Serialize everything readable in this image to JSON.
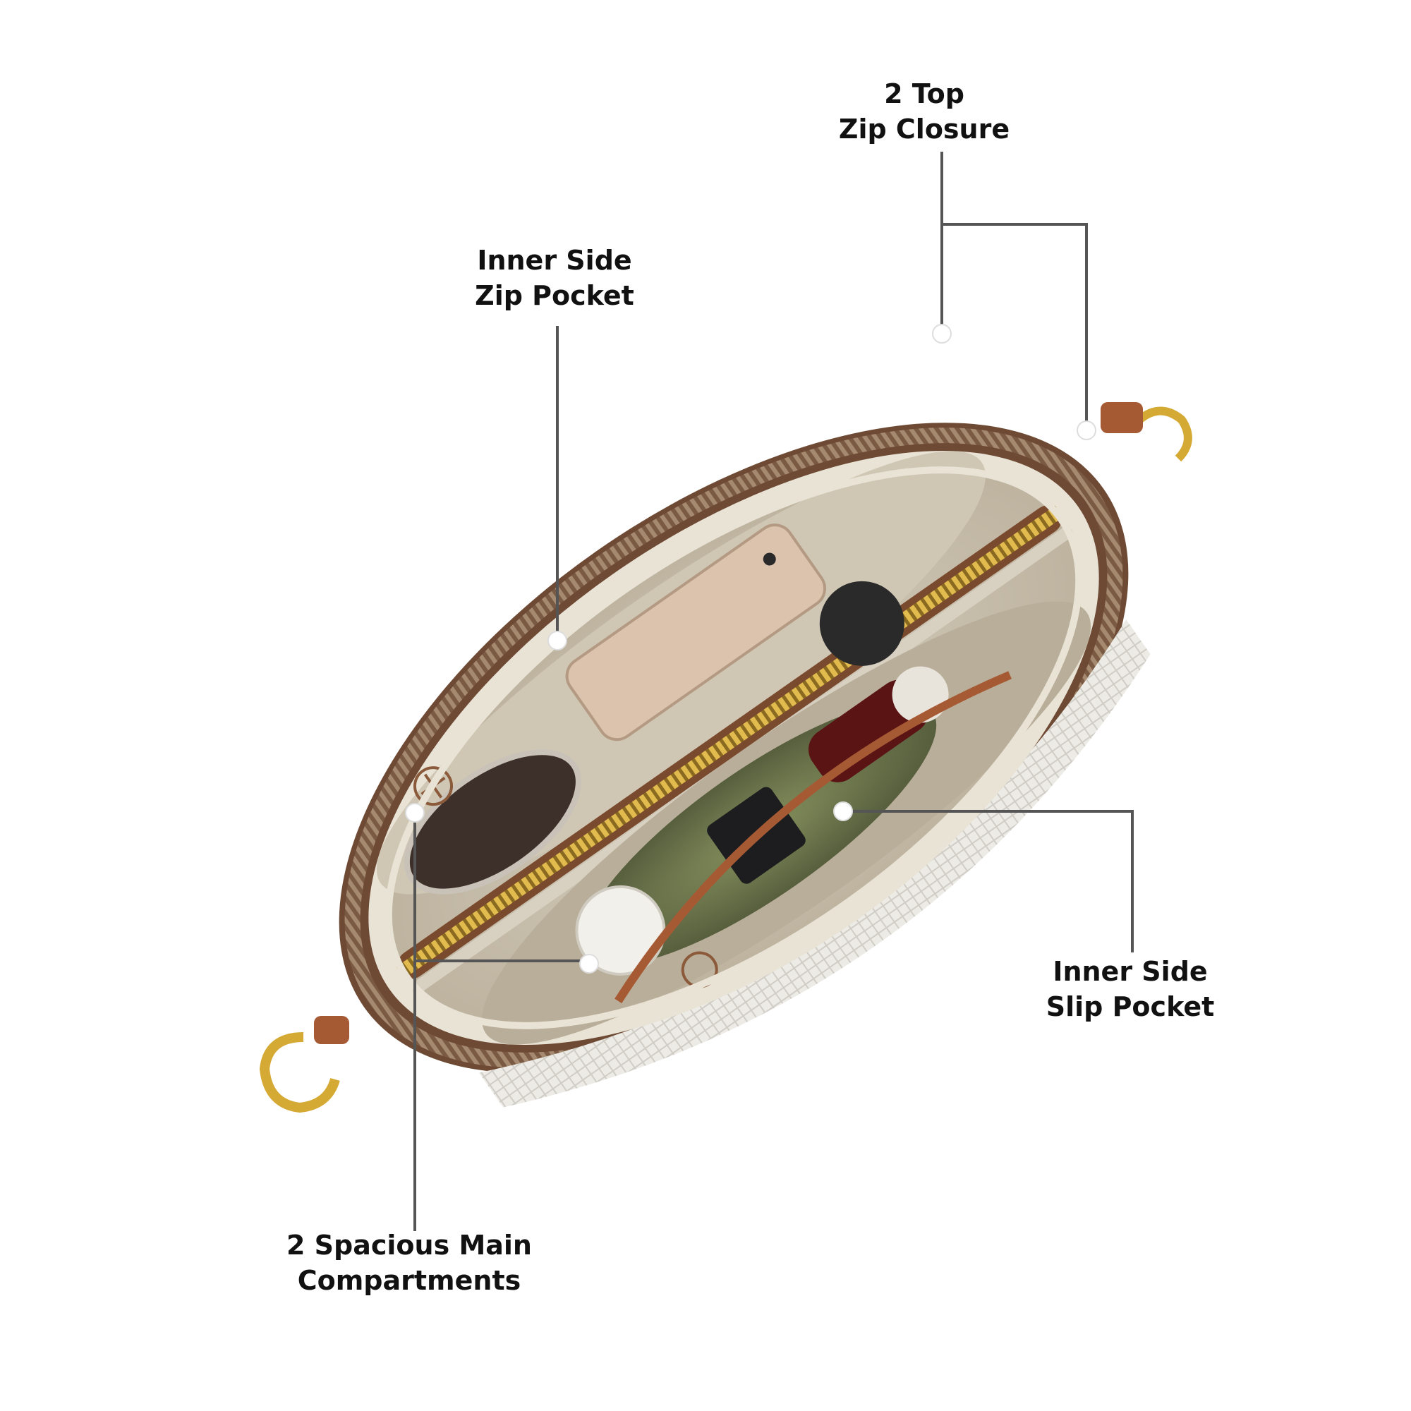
{
  "image": {
    "background": "#ffffff",
    "subject": "bag-interior"
  },
  "colors": {
    "leader_line": "#555555",
    "leader_dot": "#ffffff",
    "label_text": "#111111",
    "zipper_brass": "#c9a13a",
    "zipper_tape": "#7a4a2e",
    "lining": "#c8bfae",
    "binding": "#e9e3d6",
    "piping": "#a65a34",
    "ring_gold": "#d4aa34"
  },
  "callouts": {
    "top_zip": {
      "line1": "2 Top",
      "line2": "Zip Closure"
    },
    "zip_pocket": {
      "line1": "Inner Side",
      "line2": "Zip Pocket"
    },
    "slip_pocket": {
      "line1": "Inner Side",
      "line2": "Slip Pocket"
    },
    "main_compartments": {
      "line1": "2 Spacious Main",
      "line2": "Compartments"
    }
  }
}
